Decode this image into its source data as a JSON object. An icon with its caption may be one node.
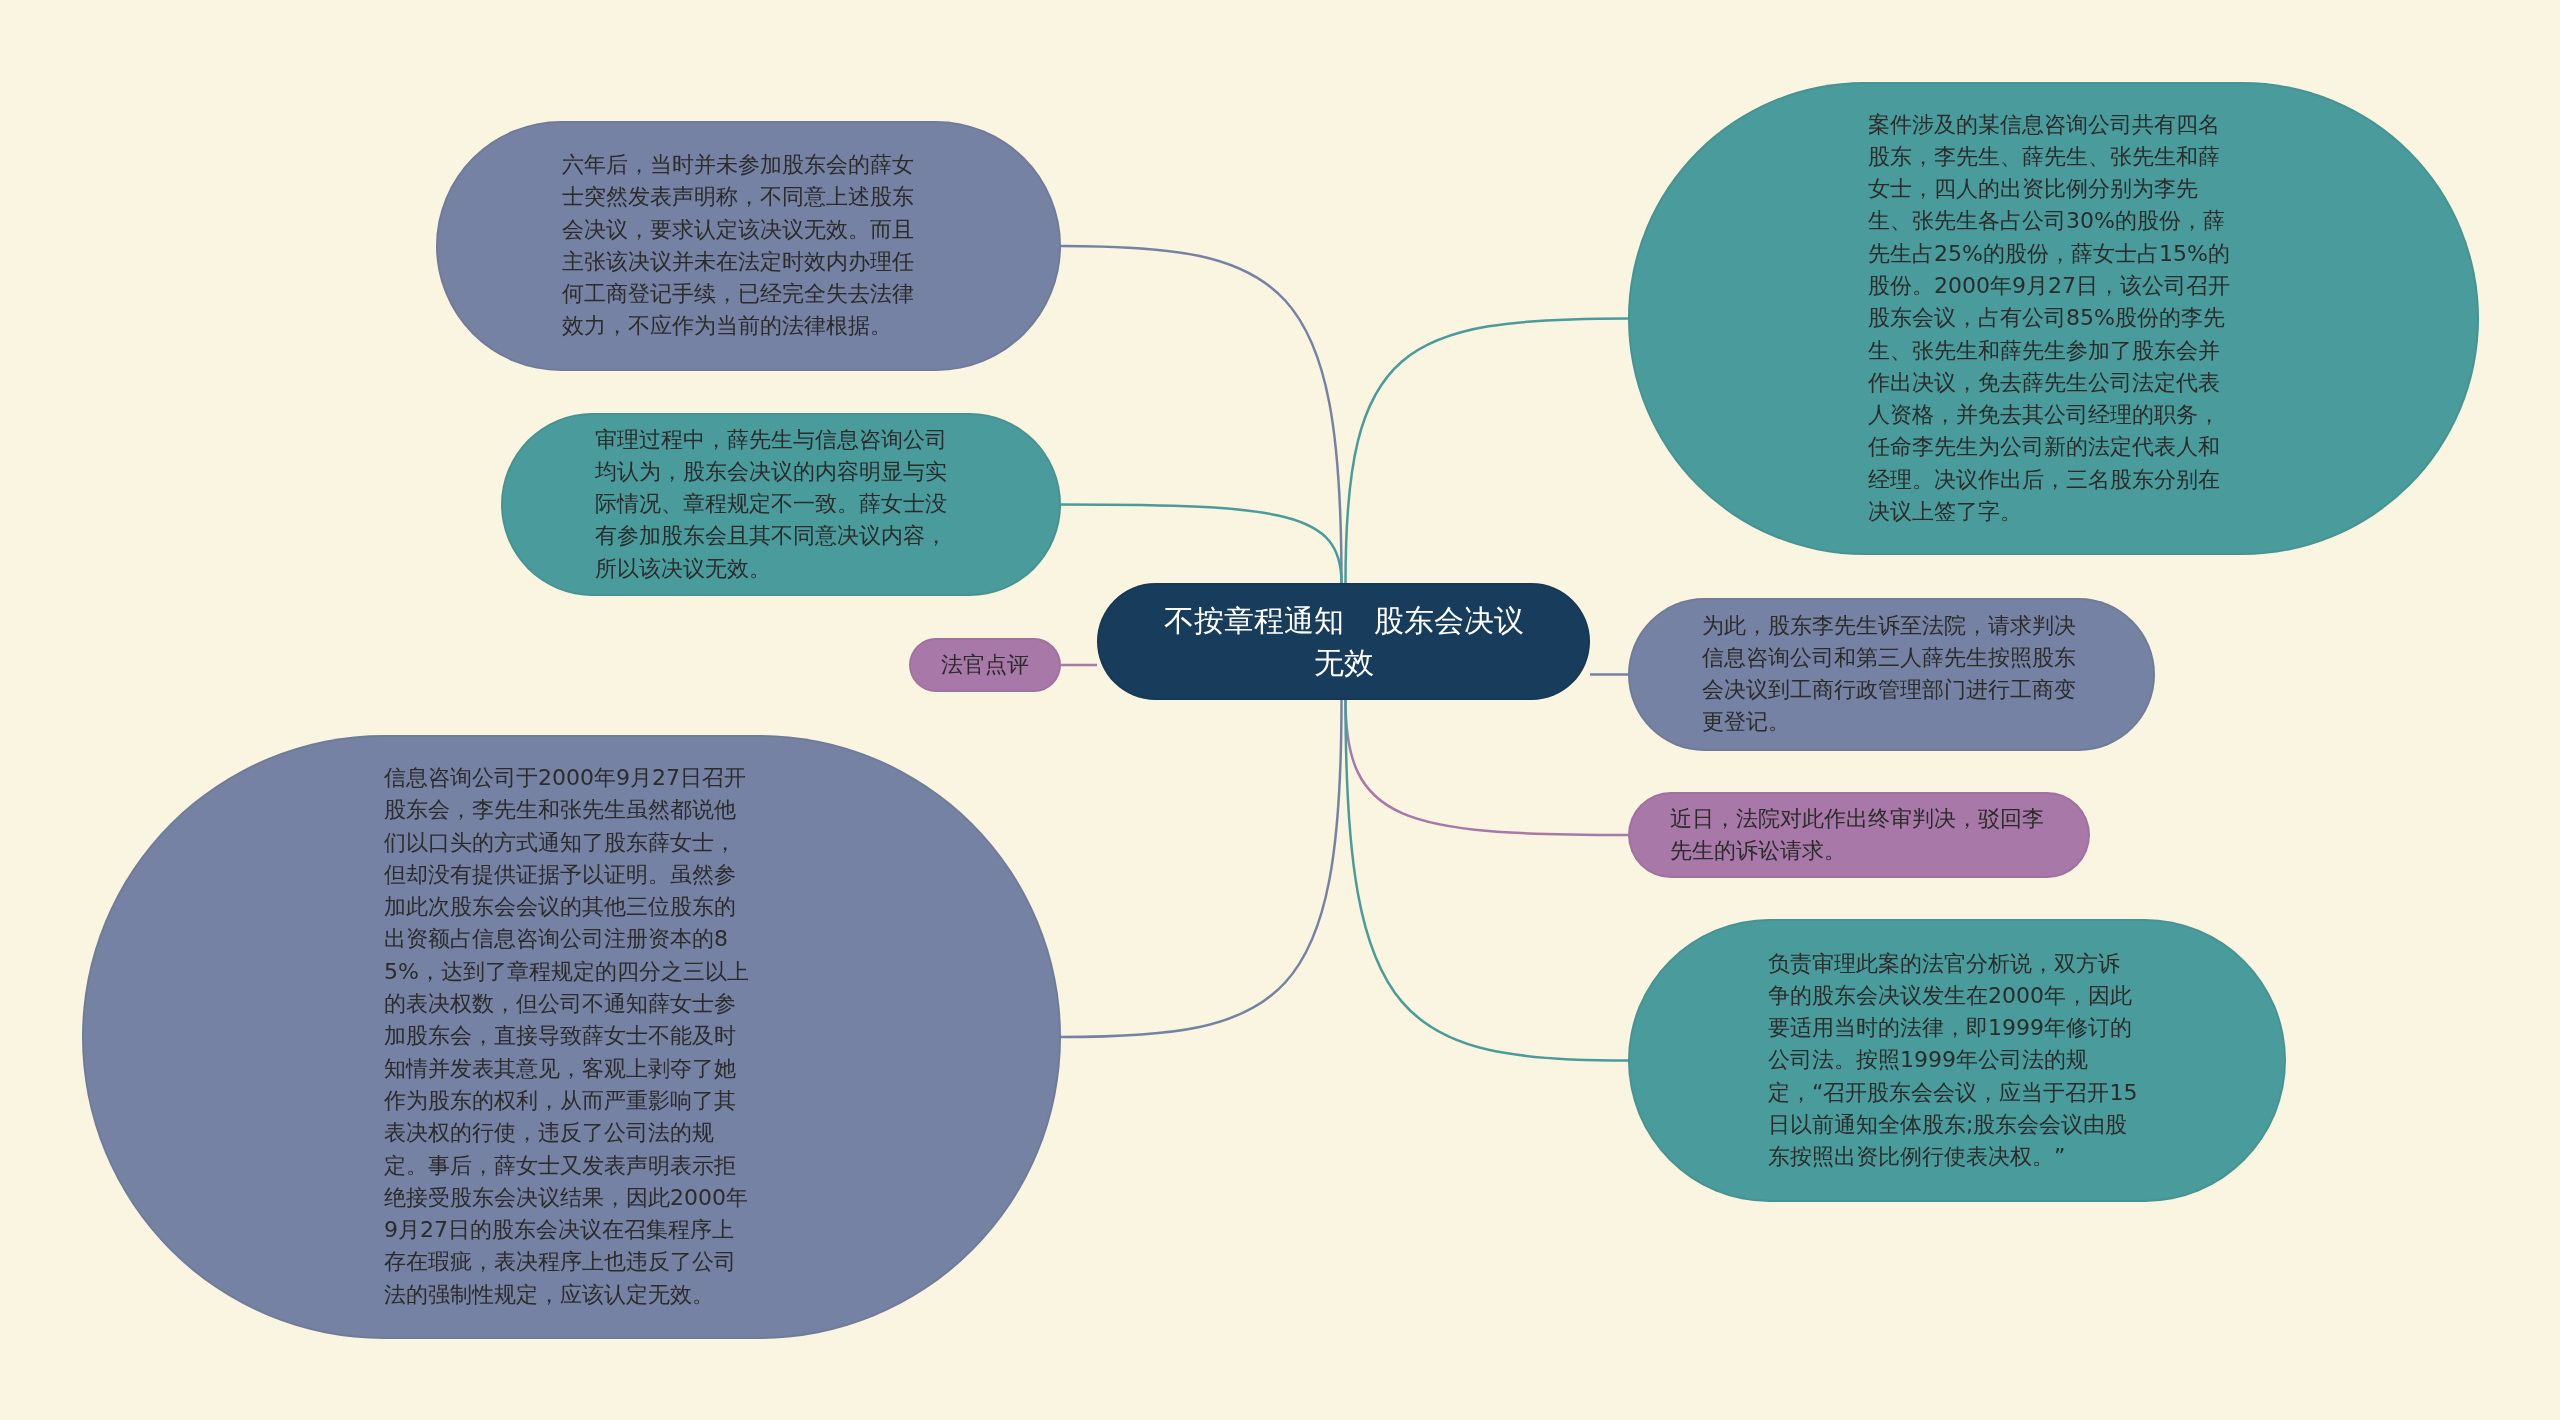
{
  "diagram": {
    "nodes": [
      {
        "text": [
          "不按章程通知　股东会决议无效"
        ]
      },
      {
        "text": [
          "六年后，当时并未参加股东会的薛女士突然发表声明称，不同意上述股东会决议，要求认定该决议无效。而且主张该决议并未在法定时效内办理任何工商登记手续，已经完全失去法律效力，不应作为当前的法律根据。"
        ]
      },
      {
        "text": [
          "审理过程中，薛先生与信息咨询公司均认为，股东会决议的内容明显与实际情况、章程规定不一致。薛女士没有参加股东会且其不同意决议内容，所以该决议无效。"
        ]
      },
      {
        "text": [
          "法官点评"
        ]
      },
      {
        "text": [
          "信息咨询公司于2000年9月27日召开股东会，李先生和张先生虽然都说他们以口头的方式通知了股东薛女士，但却没有提供证据予以证明。虽然参加此次股东会会议的其他三位股东的出资额占信息咨询公司注册资本的85%，达到了章程规定的四分之三以上的表决权数，但公司不通知薛女士参加股东会，直接导致薛女士不能及时知情并发表其意见，客观上剥夺了她作为股东的权利，从而严重影响了其表决权的行使，违反了公司法的规定。事后，薛女士又发表声明表示拒绝接受股东会决议结果，因此2000年9月27日的股东会决议在召集程序上存在瑕疵，表决程序上也违反了公司法的强制性规定，应该认定无效。"
        ]
      },
      {
        "text": [
          "案件涉及的某信息咨询公司共有四名股东，李先生、薛先生、张先生和薛女士，四人的出资比例分别为李先生、张先生各占公司30%的股份，薛先生占25%的股份，薛女士占15%的股份。2000年9月27日，该公司召开股东会议，占有公司85%股份的李先生、张先生和薛先生参加了股东会并作出决议，免去薛先生公司法定代表人资格，并免去其公司经理的职务，任命李先生为公司新的法定代表人和经理。决议作出后，三名股东分别在决议上签了字。"
        ]
      },
      {
        "text": [
          "为此，股东李先生诉至法院，请求判决信息咨询公司和第三人薛先生按照股东会决议到工商行政管理部门进行工商变更登记。"
        ]
      },
      {
        "text": [
          "近日，法院对此作出终审判决，驳回李先生的诉讼请求。"
        ]
      },
      {
        "text": [
          "负责审理此案的法官分析说，双方诉争的股东会决议发生在2000年，因此要适用当时的法律，即1999年修订的公司法。按照1999年公司法的规定，“召开股东会会议，应当于召开15日以前通知全体股东;股东会会议由股东按照出资比例行使表决权。”"
        ]
      }
    ],
    "edges": [
      {
        "from": 0,
        "to": 1,
        "arrow": "none",
        "color": "#7682a3"
      },
      {
        "from": 0,
        "to": 2,
        "arrow": "none",
        "color": "#4a9b9b"
      },
      {
        "from": 0,
        "to": 3,
        "arrow": "none",
        "color": "#a878a8"
      },
      {
        "from": 0,
        "to": 4,
        "arrow": "none",
        "color": "#7682a3"
      },
      {
        "from": 0,
        "to": 5,
        "arrow": "none",
        "color": "#4a9b9b"
      },
      {
        "from": 0,
        "to": 6,
        "arrow": "none",
        "color": "#7682a3"
      },
      {
        "from": 0,
        "to": 7,
        "arrow": "none",
        "color": "#a878a8"
      },
      {
        "from": 0,
        "to": 8,
        "arrow": "none",
        "color": "#4a9b9b"
      }
    ]
  }
}
